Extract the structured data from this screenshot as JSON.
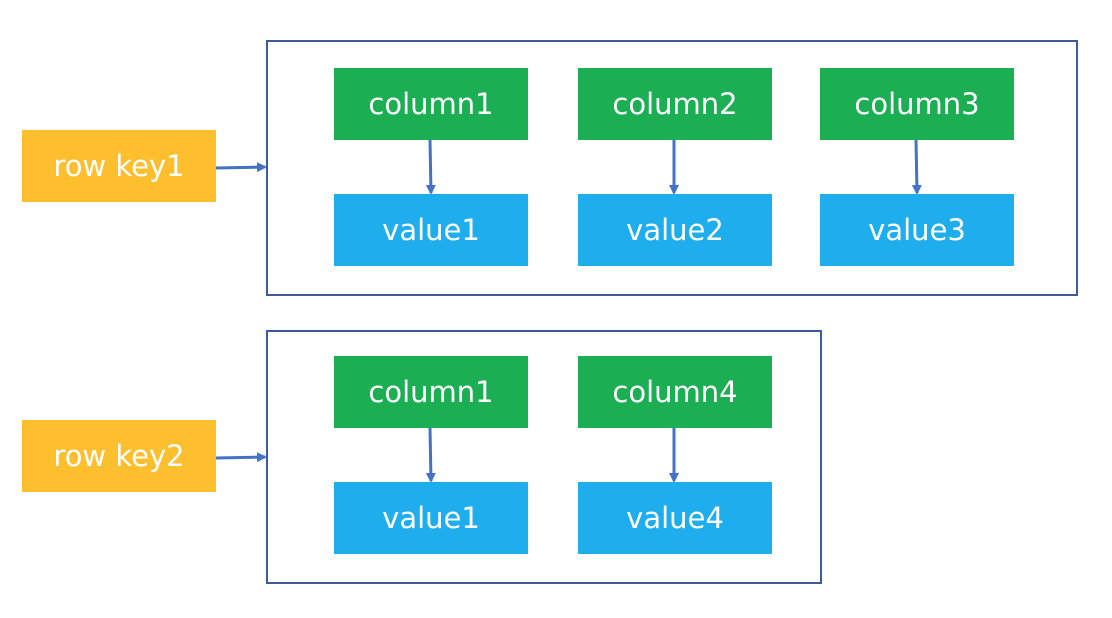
{
  "colors": {
    "row_key": "#fdbf2d",
    "column": "#1bae52",
    "value": "#1eaeee",
    "group_border": "#3d5a9b",
    "arrow": "#4472c4"
  },
  "rows": [
    {
      "key": "row key1",
      "cells": [
        {
          "column": "column1",
          "value": "value1"
        },
        {
          "column": "column2",
          "value": "value2"
        },
        {
          "column": "column3",
          "value": "value3"
        }
      ]
    },
    {
      "key": "row key2",
      "cells": [
        {
          "column": "column1",
          "value": "value1"
        },
        {
          "column": "column4",
          "value": "value4"
        }
      ]
    }
  ]
}
